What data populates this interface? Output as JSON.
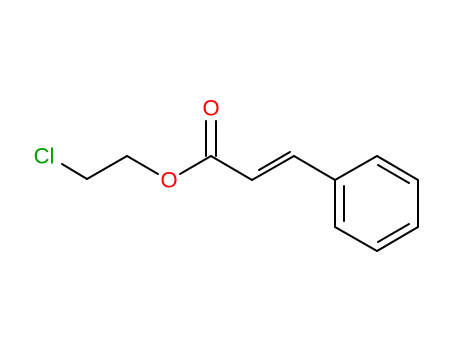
{
  "structure": {
    "atoms": {
      "chlorine": {
        "label": "Cl",
        "color": "#00a000"
      },
      "ester_oxygen": {
        "label": "O",
        "color": "#ff0000"
      },
      "carbonyl_oxygen": {
        "label": "O",
        "color": "#ff0000"
      }
    },
    "bond_color": "#000000"
  }
}
